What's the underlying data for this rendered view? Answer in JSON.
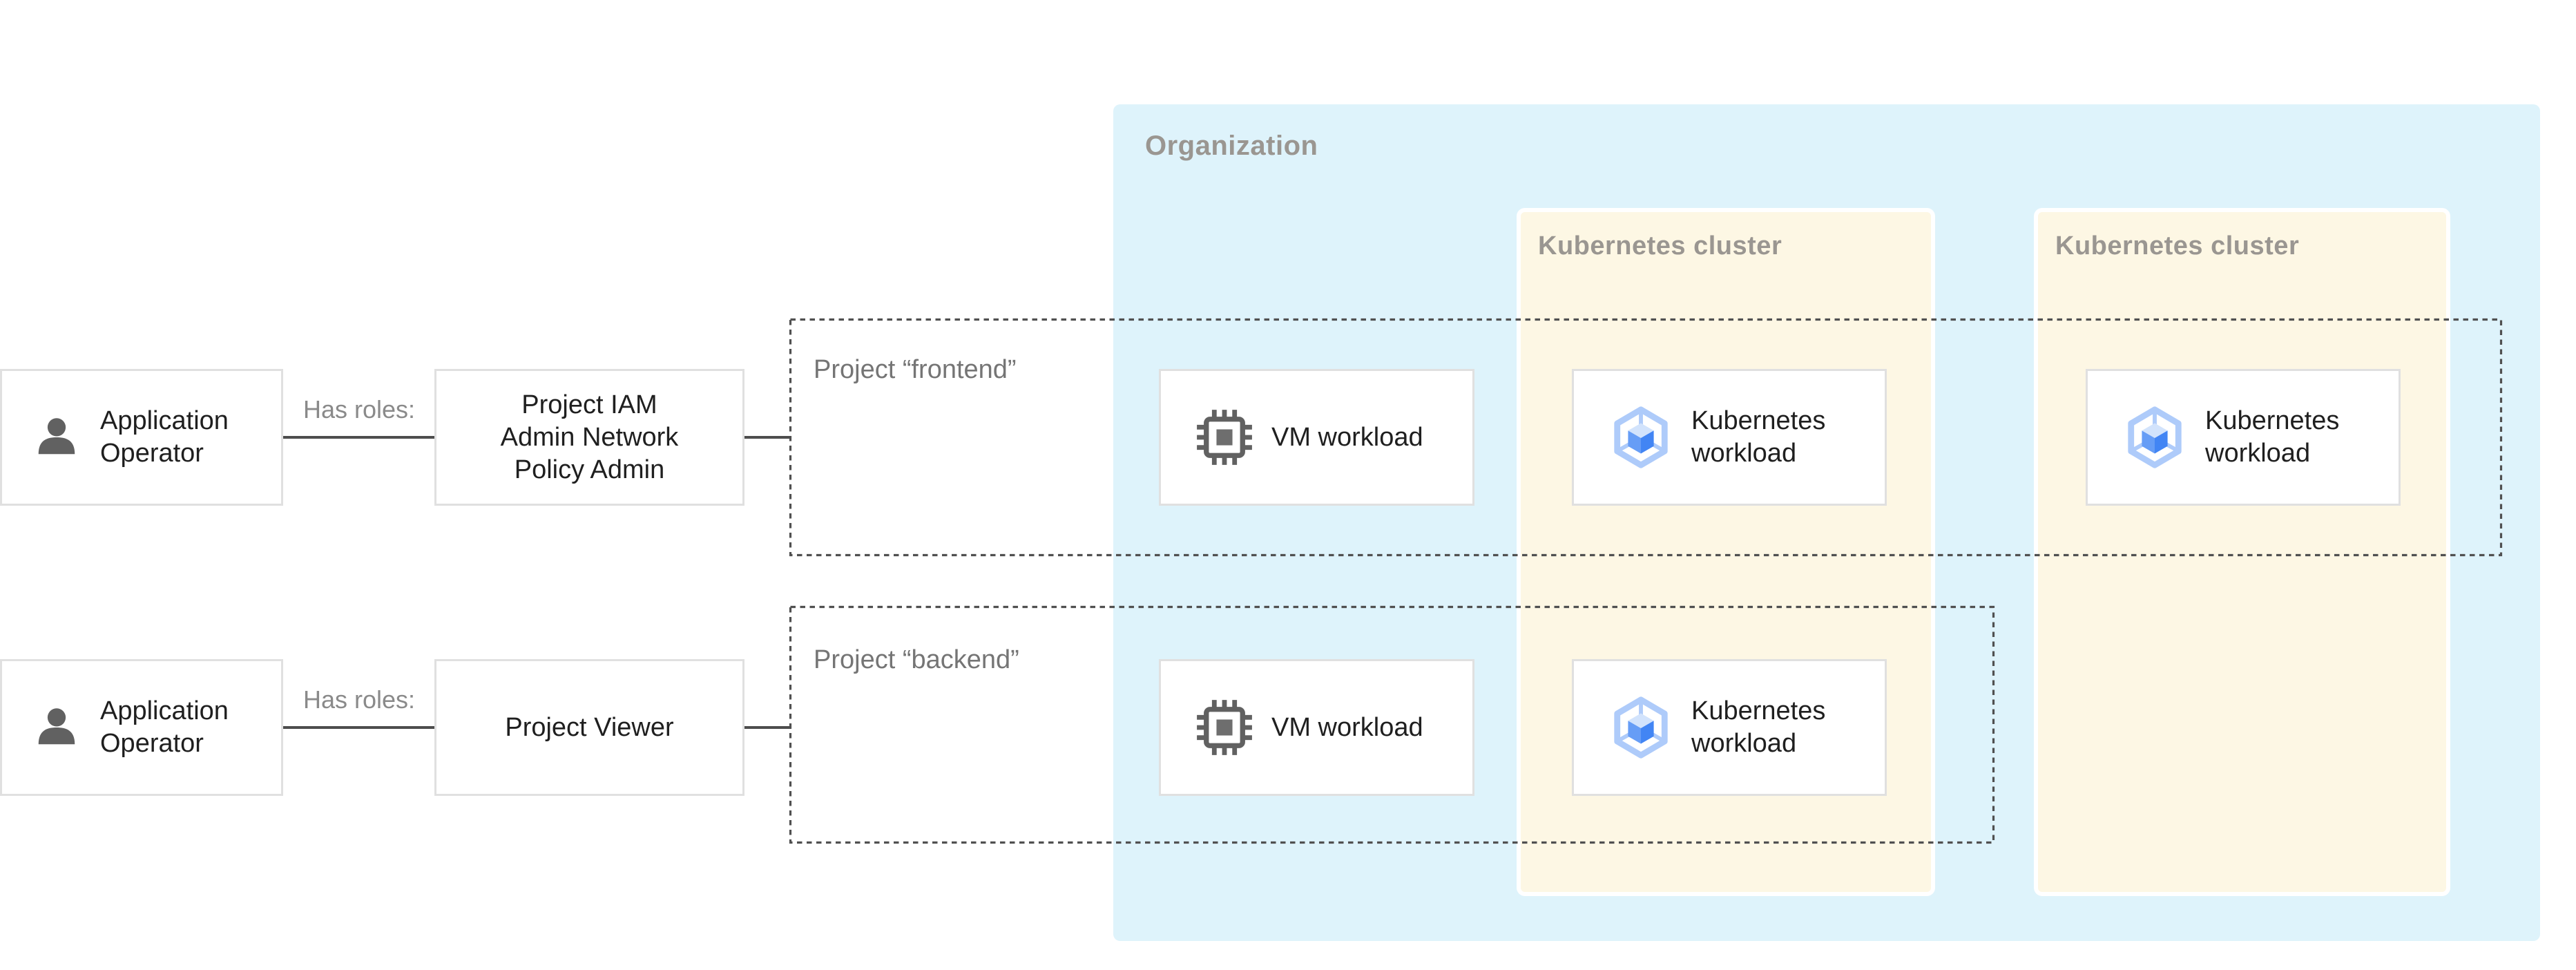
{
  "colors": {
    "org_bg": "#DEF3FB",
    "cluster_bg": "#FDF7E4",
    "container_label": "#9A9691",
    "project_label": "#757575",
    "relation_label": "#8A8A8A",
    "body_text": "#1F1F1F",
    "node_border": "#E0E0E0",
    "connector": "#4D4D4D",
    "dashed_border": "#505050",
    "person_icon": "#616161",
    "chip_icon": "#616161",
    "chip_core": "#6E6E6E",
    "gke_hexagon": "#AECBFA",
    "gke_cube_top": "#D2E3FC",
    "gke_cube_left": "#669DF6",
    "gke_cube_right": "#4285F4"
  },
  "organization": {
    "label": "Organization"
  },
  "clusters": [
    {
      "label": "Kubernetes cluster"
    },
    {
      "label": "Kubernetes cluster"
    }
  ],
  "projects": [
    {
      "label": "Project “frontend”"
    },
    {
      "label": "Project “backend”"
    }
  ],
  "actors": [
    {
      "label": "Application Operator",
      "icon": "person-icon"
    },
    {
      "label": "Application Operator",
      "icon": "person-icon"
    }
  ],
  "relations": [
    {
      "label": "Has roles:"
    },
    {
      "label": "Has roles:"
    }
  ],
  "roles": [
    {
      "label": "Project IAM Admin Network Policy Admin"
    },
    {
      "label": "Project Viewer"
    }
  ],
  "workloads": [
    {
      "label": "VM workload",
      "icon": "chip-icon"
    },
    {
      "label": "Kubernetes workload",
      "icon": "gke-icon"
    },
    {
      "label": "Kubernetes workload",
      "icon": "gke-icon"
    },
    {
      "label": "VM workload",
      "icon": "chip-icon"
    },
    {
      "label": "Kubernetes workload",
      "icon": "gke-icon"
    }
  ]
}
